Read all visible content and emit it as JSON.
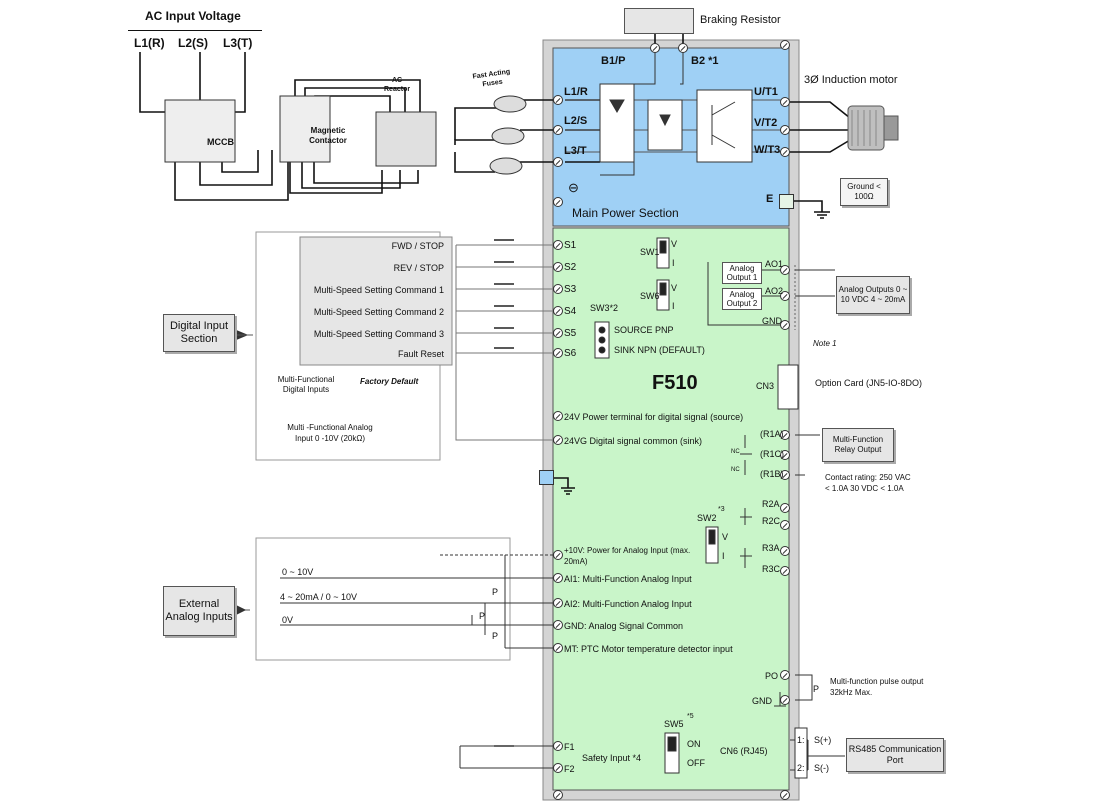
{
  "header": {
    "ac_input_voltage": "AC Input Voltage",
    "phases": [
      "L1(R)",
      "L2(S)",
      "L3(T)"
    ],
    "mccb": "MCCB",
    "magnetic_contactor": "Magnetic Contactor",
    "ac_reactor": "AC Reactor",
    "fast_acting_fuses": "Fast Acting Fuses",
    "braking_resistor": "Braking Resistor",
    "induction_motor": "3Ø Induction motor",
    "ground_note": "Ground < 100Ω"
  },
  "main_power": {
    "title": "Main Power Section",
    "b1p": "B1/P",
    "b2": "B2 *1",
    "inputs": [
      "L1/R",
      "L2/S",
      "L3/T"
    ],
    "outputs": [
      "U/T1",
      "V/T2",
      "W/T3"
    ],
    "earth": "E",
    "ground_symbol": "⊖"
  },
  "digital": {
    "section_title": "Digital Input Section",
    "commands": [
      "FWD / STOP",
      "REV / STOP",
      "Multi-Speed Setting Command 1",
      "Multi-Speed Setting Command 2",
      "Multi-Speed Setting Command 3",
      "Fault Reset"
    ],
    "terminals": [
      "S1",
      "S2",
      "S3",
      "S4",
      "S5",
      "S6"
    ],
    "factory_default": "Factory Default",
    "mf_digital_inputs": "Multi-Functional Digital Inputs",
    "mf_analog_input": "Multi -Functional Analog Input 0 -10V (20kΩ)"
  },
  "control": {
    "model": "F510",
    "sw1": "SW1",
    "sw6": "SW6",
    "sw3": "SW3*2",
    "v": "V",
    "i": "I",
    "source_pnp": "SOURCE PNP",
    "sink_npn": "SINK NPN (DEFAULT)",
    "analog_output_1": "Analog Output 1",
    "analog_output_2": "Analog Output 2",
    "ao1": "AO1",
    "ao2": "AO2",
    "gnd": "GND",
    "analog_outputs_box": "Analog Outputs 0 ~ 10 VDC 4 ~ 20mA",
    "note1": "Note 1",
    "cn3": "CN3",
    "option_card": "Option Card (JN5-IO-8DO)",
    "power_24v": "24V Power terminal for digital signal (source)",
    "common_24vg": "24VG Digital signal common (sink)",
    "r1a": "(R1A)",
    "r1c": "(R1C)",
    "r1b": "(R1B)",
    "nc": "NC",
    "relay_box": "Multi-Function Relay Output",
    "contact_rating": "Contact rating: 250 VAC < 1.0A 30 VDC < 1.0A",
    "r2a": "R2A",
    "r2c": "R2C",
    "r3a": "R3A",
    "r3c": "R3C",
    "sw2": "SW2",
    "sw2_note": "*3",
    "plus10v": "+10V: Power for Analog Input (max. 20mA)",
    "ai1": "AI1: Multi-Function Analog Input",
    "ai2": "AI2: Multi-Function Analog Input",
    "gnd_analog": "GND: Analog Signal Common",
    "mt": "MT: PTC Motor temperature detector input",
    "po": "PO",
    "pulse_gnd": "GND",
    "pulse_out": "Multi-function pulse output 32kHz Max.",
    "sw5": "SW5",
    "sw5_note": "*5",
    "on": "ON",
    "off": "OFF",
    "f1": "F1",
    "f2": "F2",
    "safety_input": "Safety Input *4",
    "cn6": "CN6 (RJ45)",
    "s_plus": "S(+)",
    "s_minus": "S(-)",
    "pin1": "1:",
    "pin2": "2:",
    "rs485": "RS485 Communication Port"
  },
  "analog": {
    "section_title": "External Analog Inputs",
    "range_v": "0 ~ 10V",
    "range_i": "4 ~ 20mA / 0 ~ 10V",
    "zero_v": "0V",
    "p": "P"
  },
  "colors": {
    "power_section": "#9fd0f5",
    "control_section": "#c9f5c9",
    "frame": "#d4d4d4"
  }
}
